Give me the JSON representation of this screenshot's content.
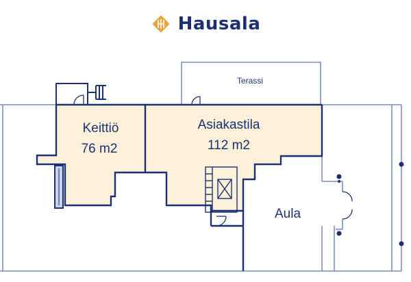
{
  "brand": {
    "name": "Hausala",
    "logo_icon": "diamond-logo-icon",
    "accent": "#e8a33b",
    "text_color": "#1d2f73"
  },
  "plan": {
    "wall_color": "#1d2f73",
    "thin_wall_color": "#5a76b8",
    "fill_color": "#fbf1d8",
    "rooms": [
      {
        "id": "keittio",
        "name": "Keittiö",
        "area": "76 m2"
      },
      {
        "id": "asiakastila",
        "name": "Asiakastila",
        "area": "112 m2"
      },
      {
        "id": "aula",
        "name": "Aula",
        "area": ""
      },
      {
        "id": "terassi",
        "name": "Terassi",
        "area": ""
      }
    ]
  }
}
